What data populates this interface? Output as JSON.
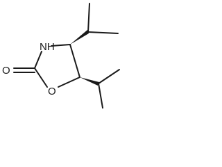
{
  "molecule": {
    "atom_labels": {
      "nh": "NH",
      "carbonyl_o": "O",
      "ring_o": "O"
    }
  }
}
